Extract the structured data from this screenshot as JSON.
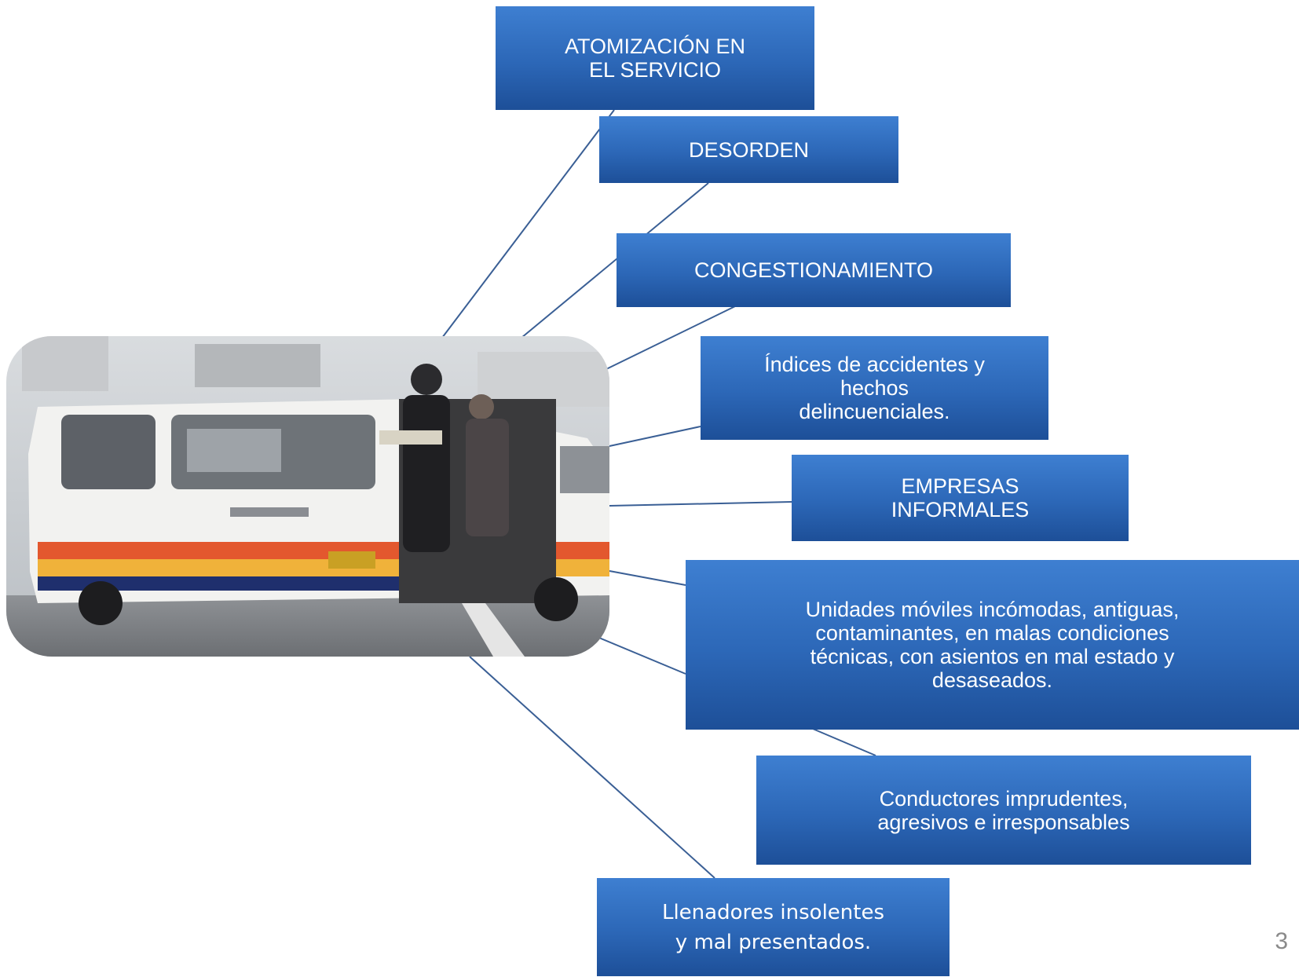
{
  "boxes": [
    {
      "id": "atomizacion",
      "text": "ATOMIZACIÓN EN\nEL SERVICIO"
    },
    {
      "id": "desorden",
      "text": "DESORDEN"
    },
    {
      "id": "congestionamiento",
      "text": "CONGESTIONAMIENTO"
    },
    {
      "id": "indices",
      "text": "Índices de accidentes y\nhechos\ndelincuenciales."
    },
    {
      "id": "empresas",
      "text": "EMPRESAS\nINFORMALES"
    },
    {
      "id": "unidades",
      "text": "Unidades móviles incómodas, antiguas,\ncontaminantes, en malas condiciones\ntécnicas, con asientos en mal estado y\ndesaseados."
    },
    {
      "id": "conductores",
      "text": "Conductores imprudentes,\nagresivos e irresponsables"
    },
    {
      "id": "llenadores",
      "text": "Llenadores insolentes\ny mal presentados."
    }
  ],
  "page_number": "3",
  "colors": {
    "box_top": "#3e7fd1",
    "box_bottom": "#1d4f98",
    "connector": "#3a5f95"
  }
}
